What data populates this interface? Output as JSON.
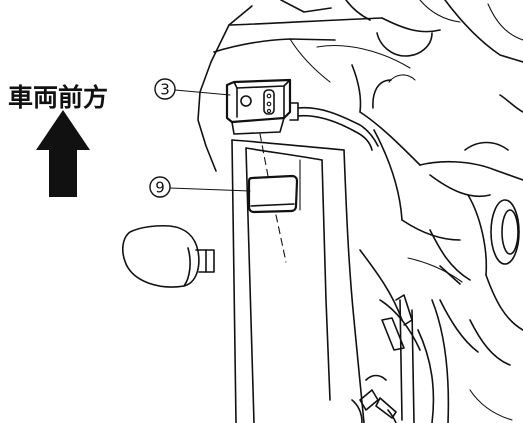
{
  "direction_label": "車両前方",
  "callouts": {
    "sensor": "3",
    "pad": "9"
  },
  "colors": {
    "line": "#111111",
    "arrow": "#111111",
    "background": "#ffffff"
  },
  "icons": {
    "direction": "arrow-up-icon"
  }
}
